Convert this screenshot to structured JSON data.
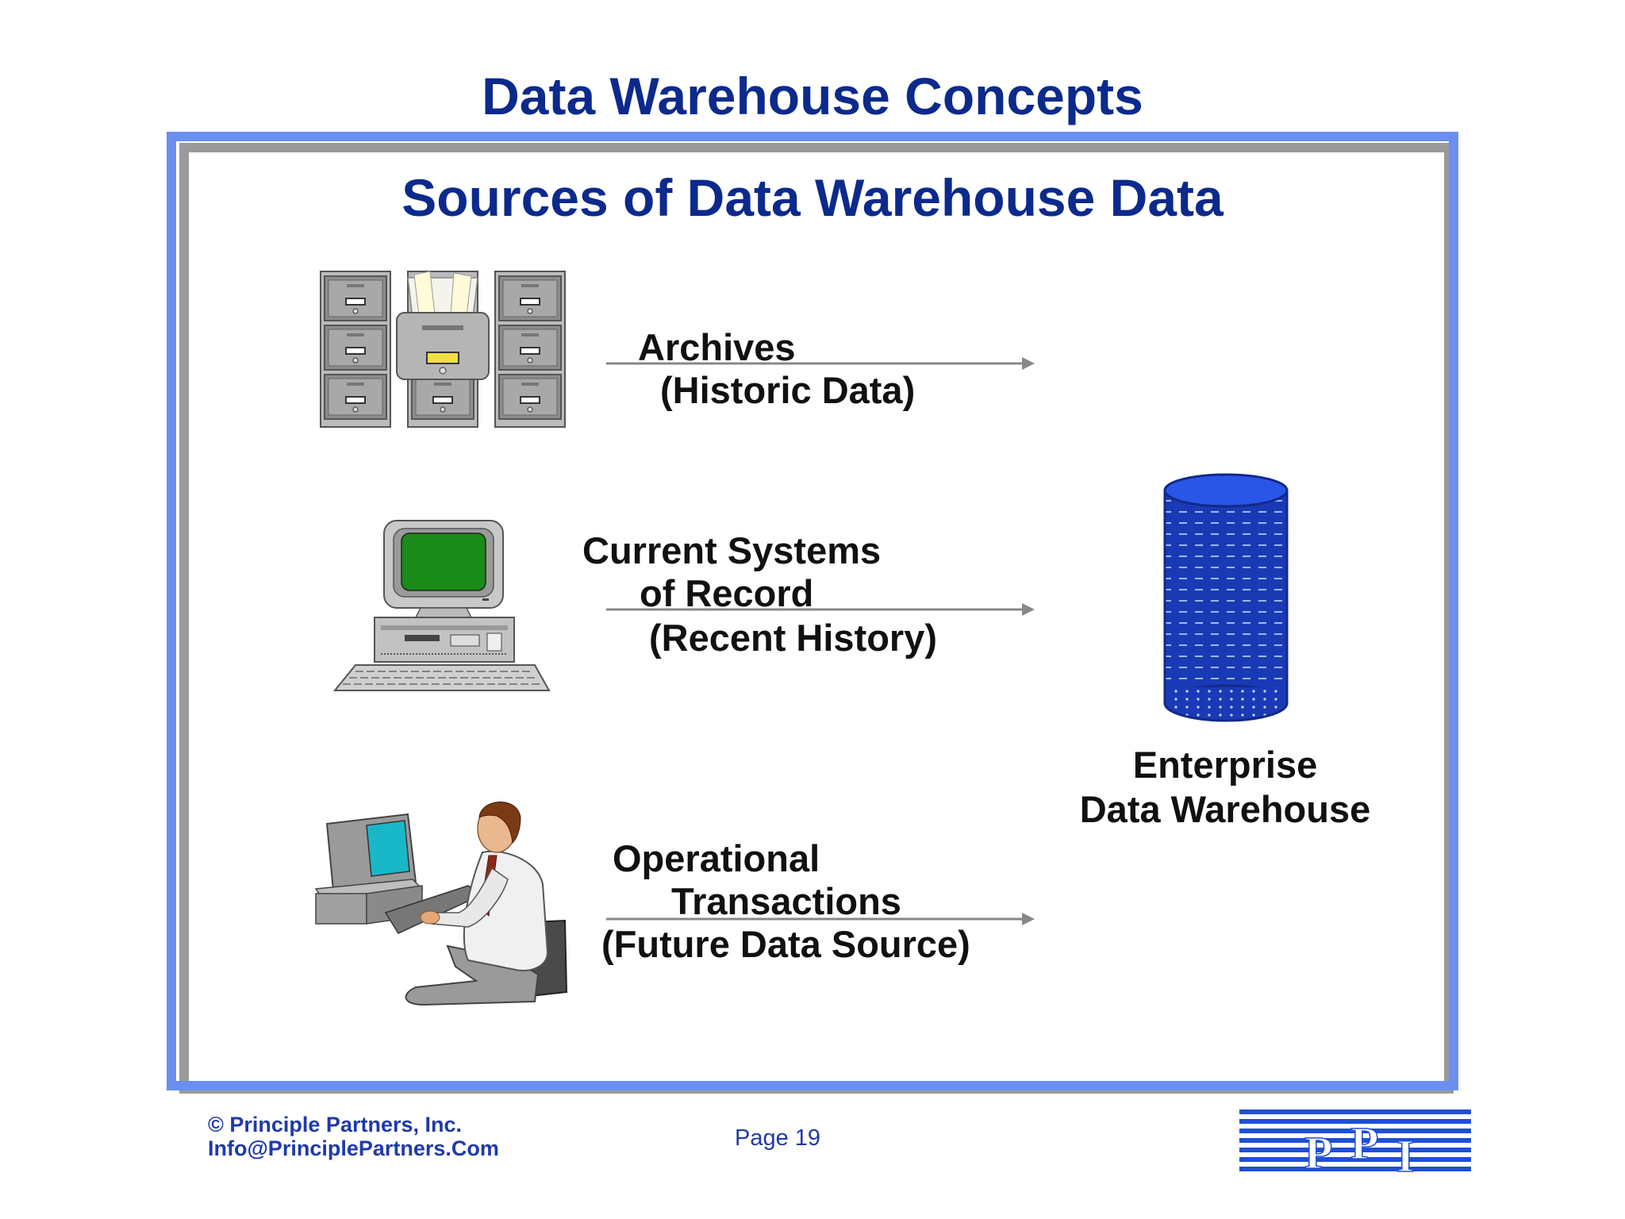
{
  "title": "Data Warehouse Concepts",
  "subtitle": "Sources of Data Warehouse Data",
  "sources": [
    {
      "lines": [
        "Archives",
        "(Historic Data)"
      ],
      "icon": "filing-cabinets-icon"
    },
    {
      "lines": [
        "Current Systems",
        "of Record",
        "(Recent History)"
      ],
      "icon": "desktop-computer-icon"
    },
    {
      "lines": [
        "Operational",
        "Transactions",
        "(Future Data Source)"
      ],
      "icon": "office-worker-at-computer-icon"
    }
  ],
  "target": {
    "lines": [
      "Enterprise",
      "Data Warehouse"
    ],
    "icon": "database-cylinder-icon"
  },
  "footer": {
    "copyright": "© Principle Partners, Inc.",
    "email": "Info@PrinciplePartners.Com",
    "page": "Page 19",
    "logo_text": "PPI"
  },
  "colors": {
    "title": "#0c2a8c",
    "frame": "#6a8ff0",
    "frame_shadow": "#9a9a9a",
    "database": "#1a3ab5",
    "footer_text": "#1f3aa8"
  }
}
